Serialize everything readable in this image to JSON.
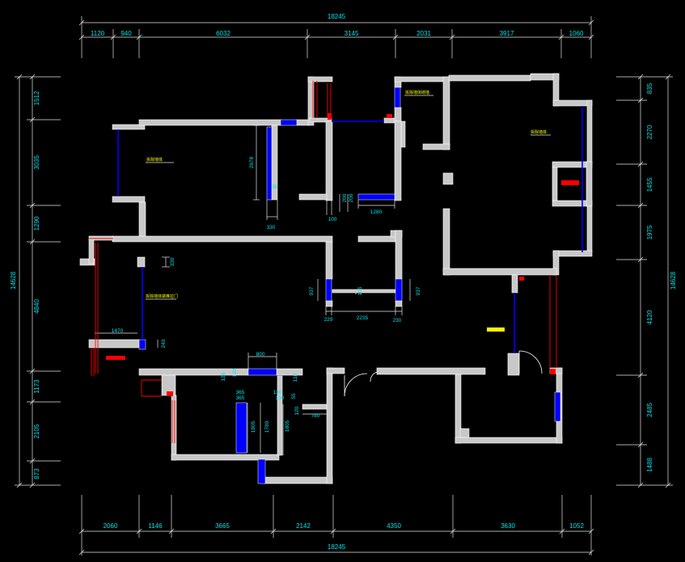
{
  "drawing": {
    "overall": {
      "top": "18245",
      "bottom": "18245",
      "left": "14628",
      "right": "14628"
    },
    "top_dims": [
      "1120",
      "940",
      "6032",
      "3145",
      "2031",
      "3917",
      "1060"
    ],
    "bottom_dims": [
      "2060",
      "1146",
      "3665",
      "2142",
      "4350",
      "3630",
      "1052"
    ],
    "left_dims": [
      "1512",
      "3035",
      "1290",
      "4840",
      "1173",
      "2105",
      "873"
    ],
    "right_dims": [
      "835",
      "2270",
      "1455",
      "1975",
      "4120",
      "2485",
      "1488"
    ],
    "interior_dims": [
      "2678",
      "95",
      "330",
      "100",
      "200",
      "200",
      "1280",
      "330",
      "937",
      "105",
      "937",
      "229",
      "2235",
      "230",
      "1470",
      "240",
      "800",
      "120",
      "132",
      "118",
      "365",
      "365",
      "130",
      "100",
      "55",
      "120",
      "780",
      "1805",
      "1780",
      "1805"
    ],
    "notes": [
      "拆除墙体",
      "拆除墙体砌墙",
      "拆除墙体",
      "拆除墙体做推拉门"
    ]
  },
  "colors": {
    "background": "#000000",
    "dimension_text": "#00e5ee",
    "wall": "#c8c8c8",
    "window": "#0000ff",
    "marker": "#ff0000",
    "note": "#ffff00"
  }
}
